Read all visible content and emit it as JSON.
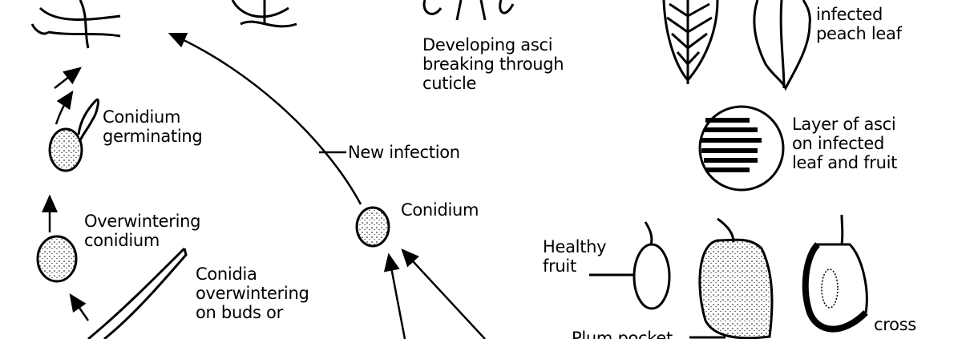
{
  "labels": {
    "developing_asci": [
      "Developing asci",
      "breaking through",
      "cuticle"
    ],
    "infected_leaf": [
      "infected",
      "peach leaf"
    ],
    "conidium_germinating": [
      "Conidium",
      "germinating"
    ],
    "new_infection": "New infection",
    "conidium": "Conidium",
    "layer_of_asci": [
      "Layer of asci",
      "on infected",
      "leaf and fruit"
    ],
    "overwintering_conidium": [
      "Overwintering",
      "conidium"
    ],
    "conidia_overwintering": [
      "Conidia",
      "overwintering",
      "on buds or"
    ],
    "healthy_fruit": [
      "Healthy",
      "fruit"
    ],
    "plum_pocket": "Plum pocket",
    "cross_section": "cross"
  }
}
